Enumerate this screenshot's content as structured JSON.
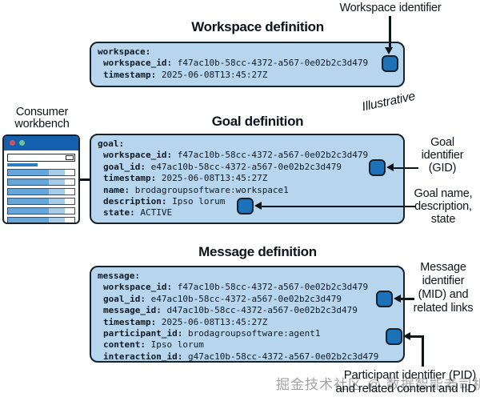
{
  "colors": {
    "block_bg": "#b7d5ec",
    "block_border": "#16222e",
    "marker_fill": "#1d71b8",
    "browser_bar": "#1560ae",
    "dot_red": "#cd5360",
    "dot_green": "#6ec394",
    "row_bar_dark": "#66a6d8",
    "row_bar_light": "#a8cbe7"
  },
  "workbench": {
    "label": "Consumer workbench"
  },
  "workspace": {
    "annotation": "Workspace identifier",
    "title": "Workspace definition",
    "code": [
      {
        "key": "workspace:",
        "value": "",
        "indent": 0
      },
      {
        "key": "workspace_id:",
        "value": "f47ac10b-58cc-4372-a567-0e02b2c3d479",
        "indent": 1
      },
      {
        "key": "timestamp:",
        "value": "2025-06-08T13:45:27Z",
        "indent": 1
      }
    ]
  },
  "goal": {
    "title": "Goal definition",
    "illustrative": "Illustrative",
    "code": [
      {
        "key": "goal:",
        "value": "",
        "indent": 0
      },
      {
        "key": "workspace_id:",
        "value": "f47ac10b-58cc-4372-a567-0e02b2c3d479",
        "indent": 1
      },
      {
        "key": "goal_id:",
        "value": "e47ac10b-58cc-4372-a567-0e02b2c3d479",
        "indent": 1
      },
      {
        "key": "timestamp:",
        "value": "2025-06-08T13:45:27Z",
        "indent": 1
      },
      {
        "key": "name:",
        "value": "brodagroupsoftware:workspace1",
        "indent": 1
      },
      {
        "key": "description:",
        "value": "Ipso lorum",
        "indent": 1
      },
      {
        "key": "state:",
        "value": "ACTIVE",
        "indent": 1
      }
    ],
    "gid_label": "Goal identifier (GID)",
    "name_label": "Goal name, description, state"
  },
  "message": {
    "title": "Message definition",
    "code": [
      {
        "key": "message:",
        "value": "",
        "indent": 0
      },
      {
        "key": "workspace_id:",
        "value": "f47ac10b-58cc-4372-a567-0e02b2c3d479",
        "indent": 1
      },
      {
        "key": "goal_id:",
        "value": "e47ac10b-58cc-4372-a567-0e02b2c3d479",
        "indent": 1
      },
      {
        "key": "message_id:",
        "value": "d47ac10b-58cc-4372-a567-0e02b2c3d479",
        "indent": 1
      },
      {
        "key": "timestamp:",
        "value": "2025-06-08T13:45:27Z",
        "indent": 1
      },
      {
        "key": "participant_id:",
        "value": "brodagroupsoftware:agent1",
        "indent": 1
      },
      {
        "key": "content:",
        "value": "Ipso lorum",
        "indent": 1
      },
      {
        "key": "interaction_id:",
        "value": "g47ac10b-58cc-4372-a567-0e02b2c3d479",
        "indent": 1
      }
    ],
    "mid_label": "Message identifier (MID) and related links",
    "pid_label_line1": "Participant identifier (PID)",
    "pid_label_line2": "and related content and IID"
  },
  "watermark": "掘金技术社区 @ 数据智能老司机"
}
